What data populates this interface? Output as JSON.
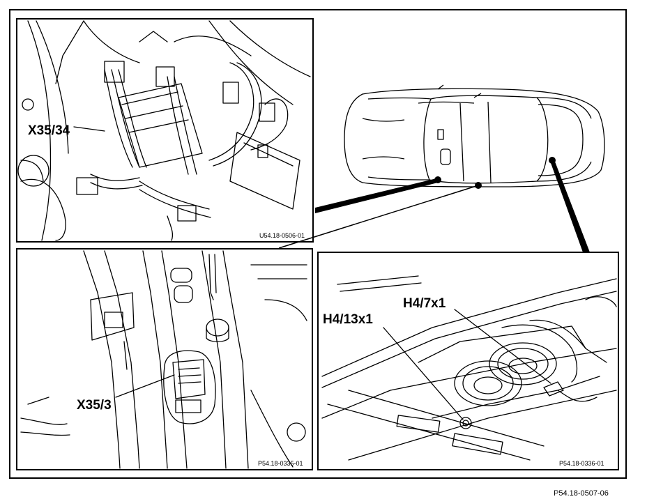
{
  "labels": {
    "x35_34": "X35/34",
    "x35_3": "X35/3",
    "h4_13x1": "H4/13x1",
    "h4_7x1": "H4/7x1"
  },
  "refs": {
    "top_left": "U54.18-0506-01",
    "bottom_left": "P54.18-0335-01",
    "bottom_right": "P54.18-0336-01",
    "figure": "P54.18-0507-06"
  },
  "colors": {
    "ink": "#000000",
    "paper": "#ffffff"
  }
}
